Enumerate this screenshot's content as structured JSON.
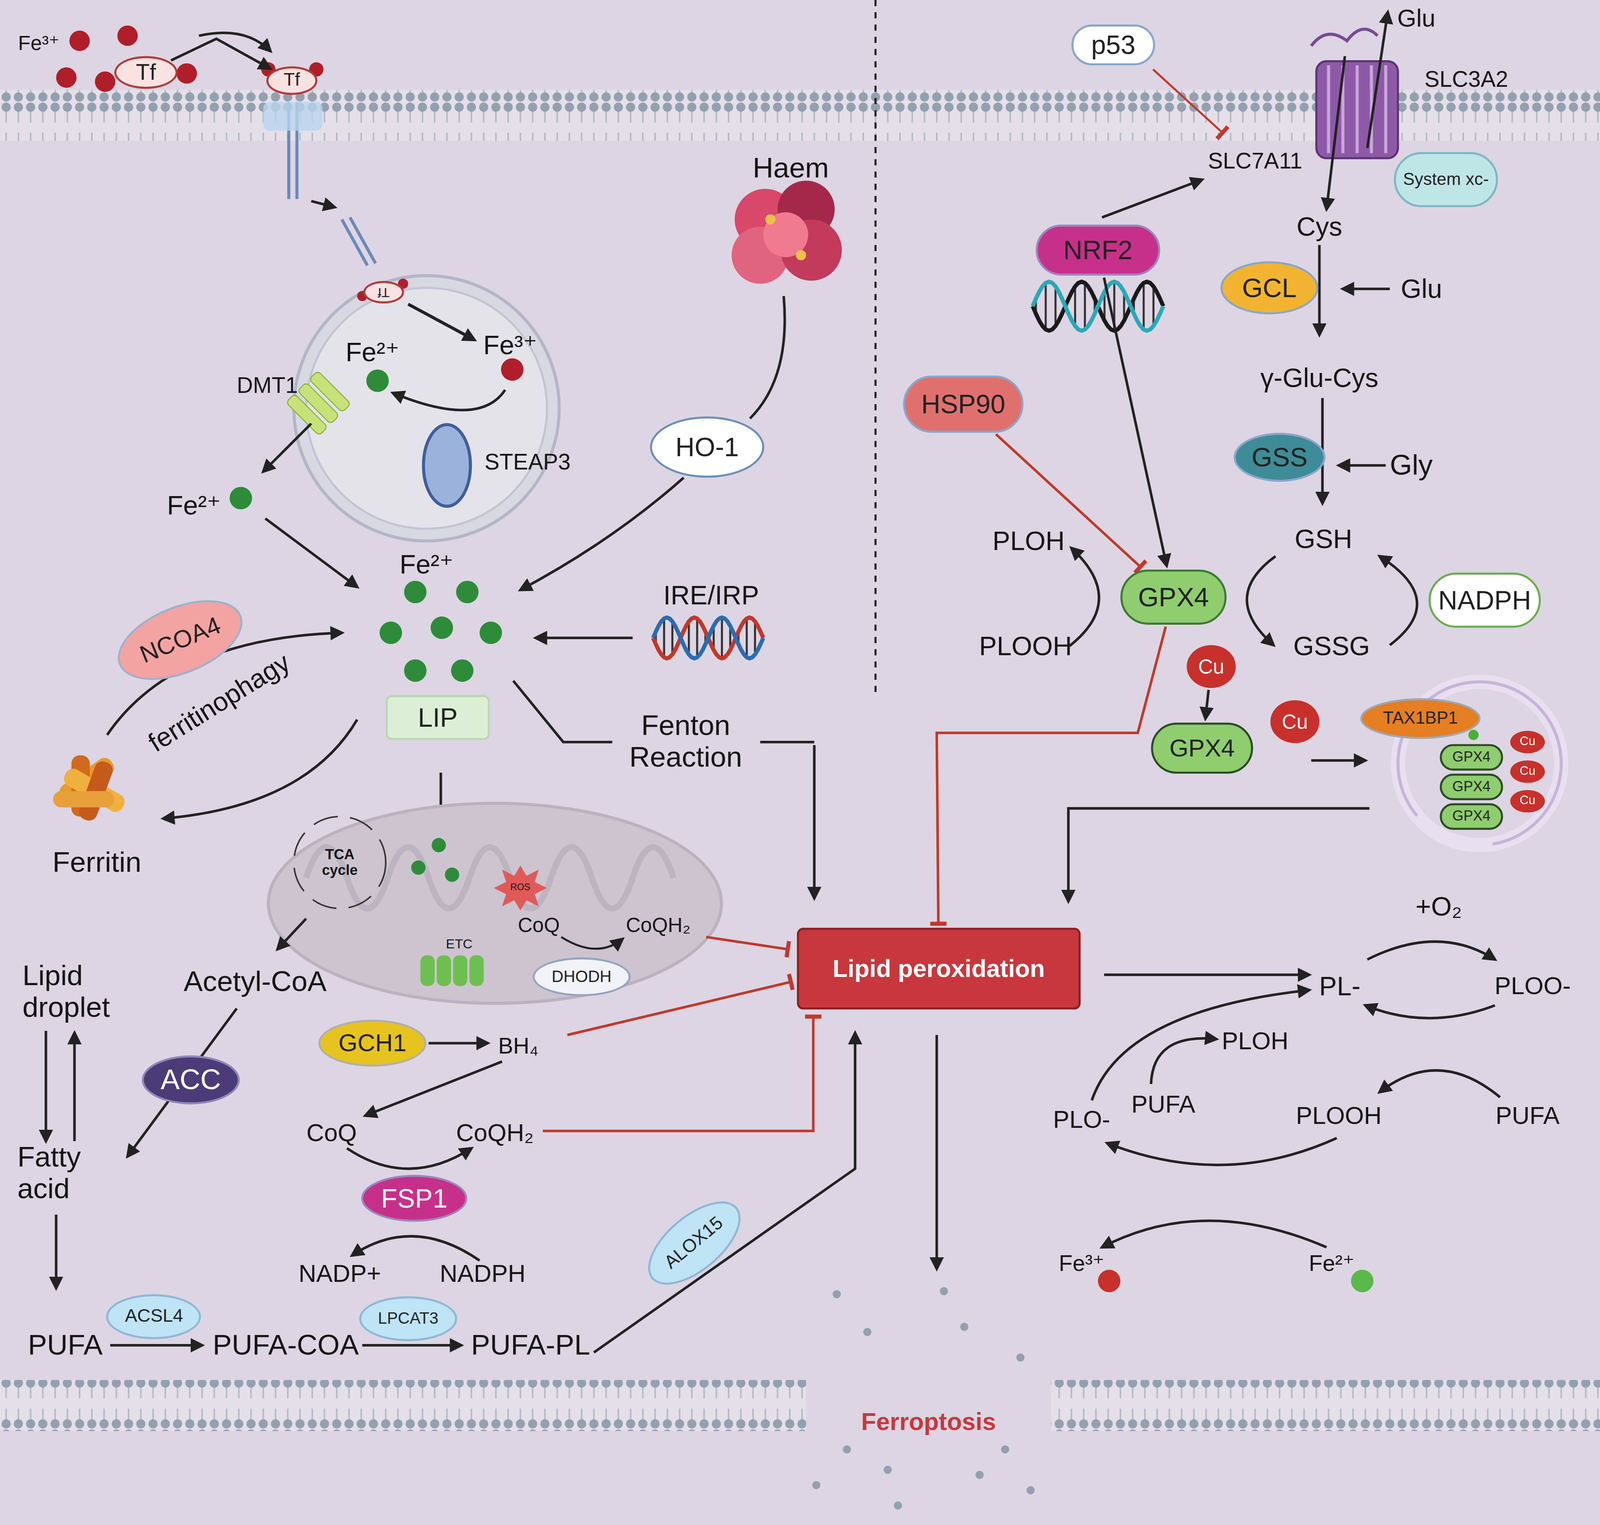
{
  "diagram": {
    "nodes": [
      {
        "text": [
          "Tf"
        ]
      },
      {
        "text": [
          "Tf"
        ]
      },
      {
        "text": [
          "Tf"
        ]
      },
      {
        "text": [
          "HO-1"
        ]
      },
      {
        "text": [
          "NCOA4"
        ]
      },
      {
        "text": [
          "LIP"
        ]
      },
      {
        "text": [
          "DHODH"
        ]
      },
      {
        "text": [
          "GCH1"
        ]
      },
      {
        "text": [
          "ACC"
        ]
      },
      {
        "text": [
          "FSP1"
        ]
      },
      {
        "text": [
          "ACSL4"
        ]
      },
      {
        "text": [
          "LPCAT3"
        ]
      },
      {
        "text": [
          "ALOX15"
        ]
      },
      {
        "text": [
          "Lipid peroxidation"
        ]
      },
      {
        "text": [
          "p53"
        ]
      },
      {
        "text": [
          "System xc-"
        ]
      },
      {
        "text": [
          "NRF2"
        ]
      },
      {
        "text": [
          "HSP90"
        ]
      },
      {
        "text": [
          "GCL"
        ]
      },
      {
        "text": [
          "GSS"
        ]
      },
      {
        "text": [
          "GPX4"
        ]
      },
      {
        "text": [
          "NADPH"
        ]
      },
      {
        "text": [
          "Cu"
        ]
      },
      {
        "text": [
          "GPX4"
        ]
      },
      {
        "text": [
          "Cu"
        ]
      },
      {
        "text": [
          "TAX1BP1"
        ]
      },
      {
        "text": [
          "GPX4"
        ]
      },
      {
        "text": [
          "GPX4"
        ]
      },
      {
        "text": [
          "GPX4"
        ]
      },
      {
        "text": [
          "Cu"
        ]
      },
      {
        "text": [
          "Cu"
        ]
      },
      {
        "text": [
          "Cu"
        ]
      }
    ],
    "edges": [
      {
        "from": 0,
        "to": 1,
        "arrow": "to"
      },
      {
        "from": 17,
        "to": 20,
        "arrow": "to"
      },
      {
        "from": 16,
        "to": 20,
        "arrow": "to"
      },
      {
        "from": 20,
        "to": 13,
        "arrow": "to"
      },
      {
        "from": 22,
        "to": 23,
        "arrow": "to"
      }
    ],
    "labels": [
      "Fe³⁺",
      "Fe²⁺",
      "Fe³⁺",
      "DMT1",
      "STEAP3",
      "Fe²⁺",
      "Haem",
      "Fe²⁺",
      "IRE/IRP",
      "ferritinophagy",
      "Ferritin",
      "Fenton Reaction",
      "TCA cycle",
      "ROS",
      "ETC",
      "CoQ",
      "CoQH₂",
      "Acetyl-CoA",
      "Lipid droplet",
      "Fatty acid",
      "BH₄",
      "CoQ",
      "CoQH₂",
      "NADP+",
      "NADPH",
      "PUFA",
      "PUFA-COA",
      "PUFA-PL",
      "Ferroptosis",
      "Glu",
      "SLC3A2",
      "SLC7A11",
      "Cys",
      "Glu",
      "γ-Glu-Cys",
      "Gly",
      "GSH",
      "PLOH",
      "PLOOH",
      "GSSG",
      "+O₂",
      "PL-",
      "PLOO-",
      "PLOH",
      "PUFA",
      "PLO-",
      "PLOOH",
      "PUFA",
      "Fe³⁺",
      "Fe²⁺"
    ]
  }
}
